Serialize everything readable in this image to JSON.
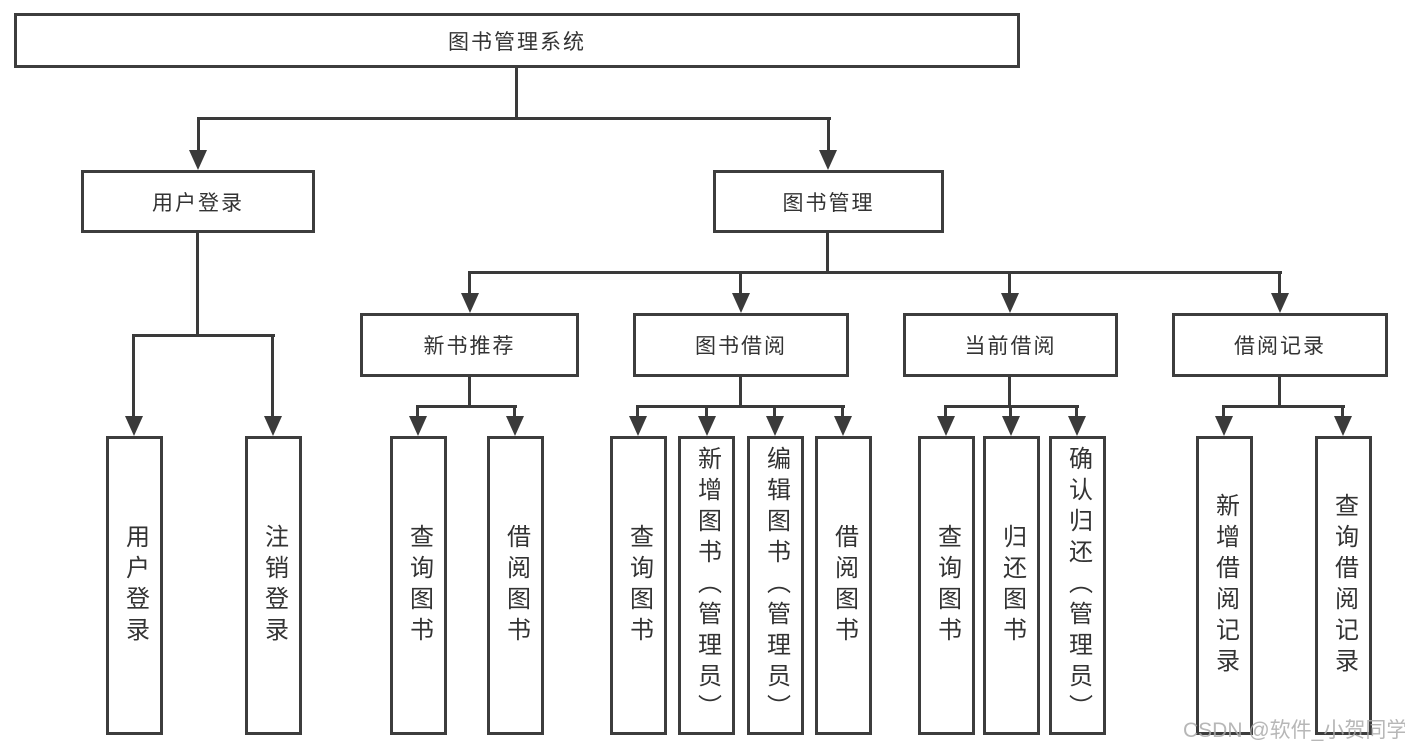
{
  "diagram": {
    "root": {
      "label": "图书管理系统"
    },
    "level2": [
      {
        "label": "用户登录",
        "children": [
          {
            "label": "用户登录"
          },
          {
            "label": "注销登录"
          }
        ]
      },
      {
        "label": "图书管理",
        "children": [
          {
            "label": "新书推荐",
            "children": [
              {
                "label": "查询图书"
              },
              {
                "label": "借阅图书"
              }
            ]
          },
          {
            "label": "图书借阅",
            "children": [
              {
                "label": "查询图书"
              },
              {
                "label": "新增图书（管理员）"
              },
              {
                "label": "编辑图书（管理员）"
              },
              {
                "label": "借阅图书"
              }
            ]
          },
          {
            "label": "当前借阅",
            "children": [
              {
                "label": "查询图书"
              },
              {
                "label": "归还图书"
              },
              {
                "label": "确认归还（管理员）"
              }
            ]
          },
          {
            "label": "借阅记录",
            "children": [
              {
                "label": "新增借阅记录"
              },
              {
                "label": "查询借阅记录"
              }
            ]
          }
        ]
      }
    ]
  },
  "watermark": {
    "text": "CSDN @软件_小贺同学"
  },
  "colors": {
    "line": "#3a3a3a",
    "border": "#3d3d3d",
    "text": "#333333",
    "background": "#ffffff",
    "watermark": "#ababab"
  }
}
